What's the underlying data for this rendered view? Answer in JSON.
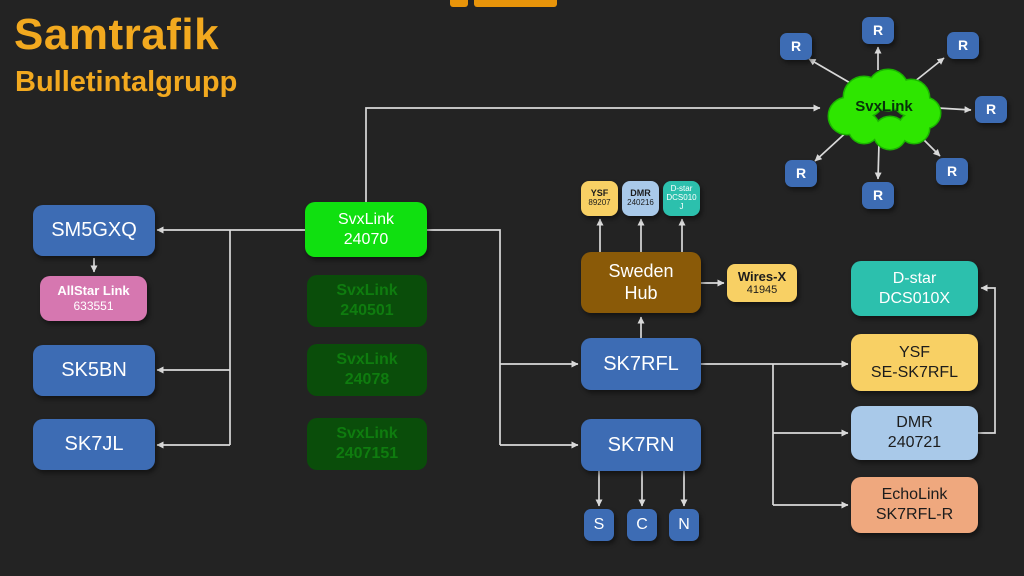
{
  "palette": {
    "bg": "#232323",
    "line": "#d9d9d9",
    "titleOrange": "#f2a91f",
    "blue": "#3d6cb4",
    "pink": "#d677b0",
    "green": "#10e010",
    "dimGreen": "#0a4d0a",
    "dimGreenText": "#0f7c0f",
    "brown": "#8a5a08",
    "yellow": "#f8d064",
    "lightBlue": "#a9c9e9",
    "teal": "#2cc0ad",
    "salmon": "#efa87e",
    "darkText": "#1c1c1c",
    "cloudGreen": "#2ee600",
    "cloudText": "#07320a",
    "logoOrange": "#e8940a"
  },
  "title": {
    "main": "Samtrafik",
    "sub": "Bulletintalgrupp"
  },
  "nodes": {
    "sm5gxq": {
      "label": "SM5GXQ"
    },
    "allstar": {
      "line1": "AllStar Link",
      "line2": "633551"
    },
    "sk5bn": {
      "label": "SK5BN"
    },
    "sk7jl": {
      "label": "SK7JL"
    },
    "svxlink_main": {
      "line1": "SvxLink",
      "line2": "24070"
    },
    "svxlink_alt1": {
      "line1": "SvxLink",
      "line2": "240501"
    },
    "svxlink_alt2": {
      "line1": "SvxLink",
      "line2": "24078"
    },
    "svxlink_alt3": {
      "line1": "SvxLink",
      "line2": "2407151"
    },
    "ysf_hub": {
      "line1": "YSF",
      "line2": "89207"
    },
    "dmr_hub": {
      "line1": "DMR",
      "line2": "240216"
    },
    "dstar_hub": {
      "line1": "D-star",
      "line2": "DCS010",
      "line3": "J"
    },
    "sweden_hub": {
      "line1": "Sweden",
      "line2": "Hub"
    },
    "wiresx": {
      "line1": "Wires-X",
      "line2": "41945"
    },
    "sk7rfl": {
      "label": "SK7RFL"
    },
    "sk7rn": {
      "label": "SK7RN"
    },
    "s_node": {
      "label": "S"
    },
    "c_node": {
      "label": "C"
    },
    "n_node": {
      "label": "N"
    },
    "dstar_out": {
      "line1": "D-star",
      "line2": "DCS010X"
    },
    "ysf_out": {
      "line1": "YSF",
      "line2": "SE-SK7RFL"
    },
    "dmr_out": {
      "line1": "DMR",
      "line2": "240721"
    },
    "echolink_out": {
      "line1": "EchoLink",
      "line2": "SK7RFL-R"
    },
    "cloud": {
      "label": "SvxLink"
    },
    "repeater": {
      "label": "R"
    }
  },
  "edges": [
    {
      "from": "SvxLink 24070",
      "to": "SvxLink cloud"
    },
    {
      "from": "SvxLink 24070",
      "to": "SM5GXQ"
    },
    {
      "from": "SvxLink 24070",
      "to": "SK5BN"
    },
    {
      "from": "SvxLink 24070",
      "to": "SK7JL"
    },
    {
      "from": "SM5GXQ",
      "to": "AllStar Link 633551"
    },
    {
      "from": "SvxLink 24070",
      "to": "SK7RFL"
    },
    {
      "from": "SvxLink 24070",
      "to": "SK7RN"
    },
    {
      "from": "SK7RFL",
      "to": "Sweden Hub"
    },
    {
      "from": "Sweden Hub",
      "to": "YSF 89207"
    },
    {
      "from": "Sweden Hub",
      "to": "DMR 240216"
    },
    {
      "from": "Sweden Hub",
      "to": "D-star DCS010 J"
    },
    {
      "from": "Sweden Hub",
      "to": "Wires-X 41945"
    },
    {
      "from": "SK7RFL",
      "to": "YSF SE-SK7RFL"
    },
    {
      "from": "SK7RFL",
      "to": "DMR 240721"
    },
    {
      "from": "SK7RFL",
      "to": "EchoLink SK7RFL-R"
    },
    {
      "from": "DMR 240721",
      "to": "D-star DCS010X"
    },
    {
      "from": "SK7RN",
      "to": "S"
    },
    {
      "from": "SK7RN",
      "to": "C"
    },
    {
      "from": "SK7RN",
      "to": "N"
    },
    {
      "from": "SvxLink cloud",
      "to": "R",
      "count": 7
    }
  ]
}
